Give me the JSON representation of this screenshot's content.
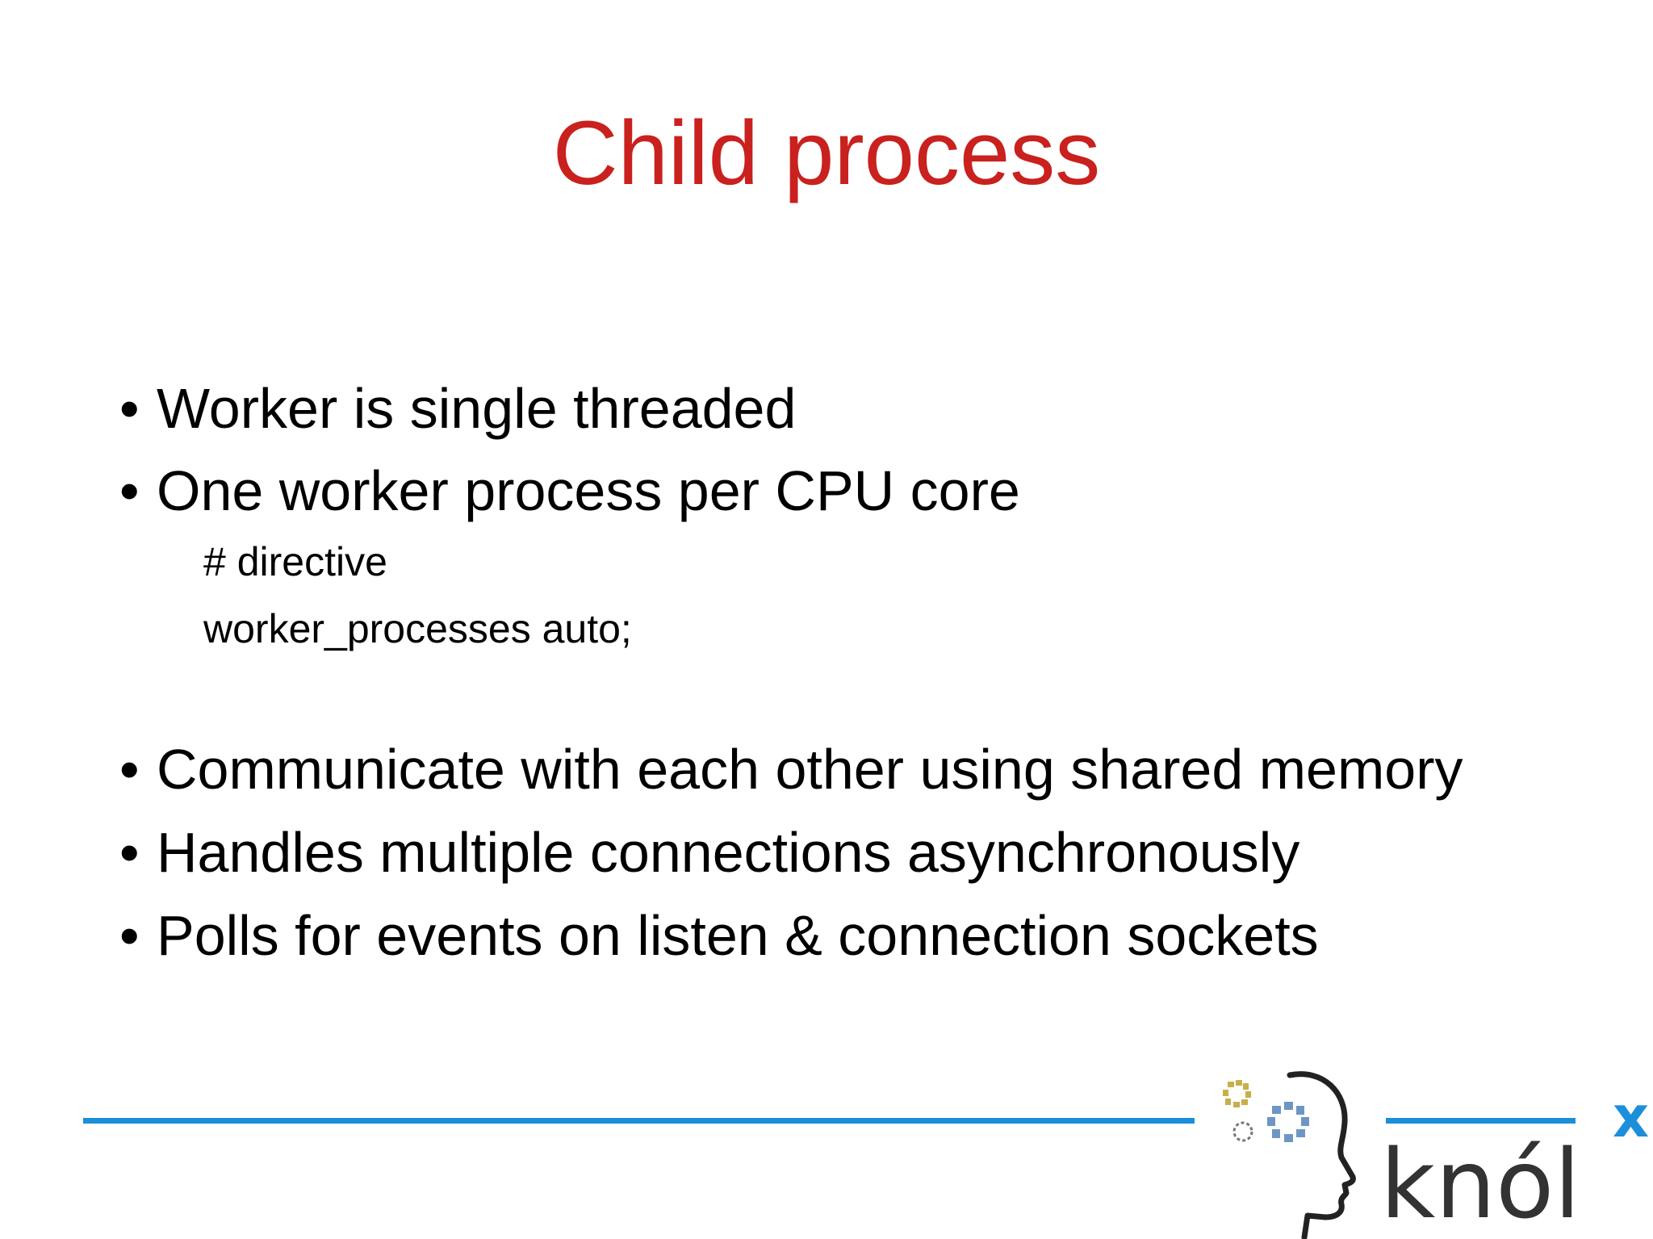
{
  "slide": {
    "title": "Child process",
    "bullets": [
      "Worker is single threaded",
      "One worker process per CPU core",
      "Communicate with each other using shared memory",
      "Handles multiple connections asynchronously",
      "Polls for events on listen & connection sockets"
    ],
    "bullet_symbol": "•",
    "code_lines": [
      "# directive",
      "worker_processes auto;"
    ]
  },
  "logo": {
    "wordmark": "knól",
    "superscript": "x"
  },
  "colors": {
    "title": "#c9211e",
    "text": "#000000",
    "divider": "#1c8fdb",
    "logo_gear_gold": "#c7b04a",
    "logo_gear_blue": "#6d97c2",
    "logo_gear_gray": "#777777",
    "logo_text": "#333333",
    "logo_accent": "#1c8fdb"
  }
}
